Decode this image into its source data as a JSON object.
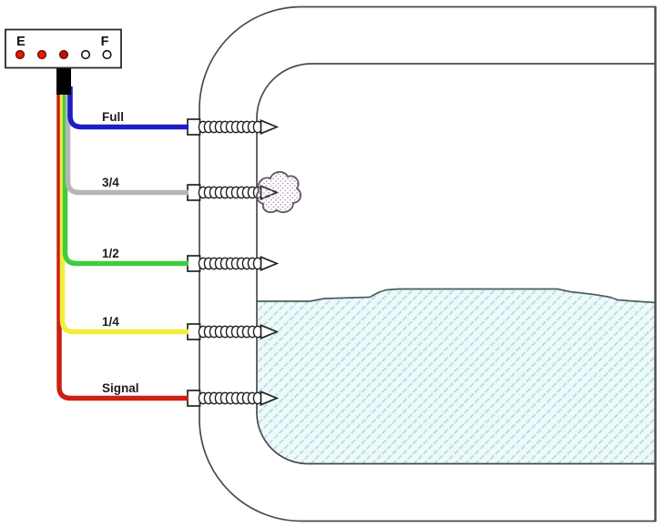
{
  "gauge": {
    "empty_label": "E",
    "full_label": "F",
    "leds": [
      {
        "state": "on",
        "color": "#e8190c"
      },
      {
        "state": "on",
        "color": "#e8190c"
      },
      {
        "state": "on",
        "color": "#b5130c"
      },
      {
        "state": "off",
        "color": "#ffffff"
      },
      {
        "state": "off",
        "color": "#ffffff"
      }
    ]
  },
  "cable_color": "#000000",
  "wires": [
    {
      "label": "Full",
      "color": "#1c1cc8"
    },
    {
      "label": "3/4",
      "color": "#b6b6b6"
    },
    {
      "label": "1/2",
      "color": "#3fcc3f"
    },
    {
      "label": "1/4",
      "color": "#f1ee3c"
    },
    {
      "label": "Signal",
      "color": "#cc2014"
    }
  ],
  "tank": {
    "wall_color": "#4a4a4a",
    "liquid_fill": "#eef9fa",
    "liquid_hatch_line": "#b9e0e3",
    "surface_line": "#4f5e60"
  },
  "blob": {
    "dot_color": "#b48cc0"
  }
}
